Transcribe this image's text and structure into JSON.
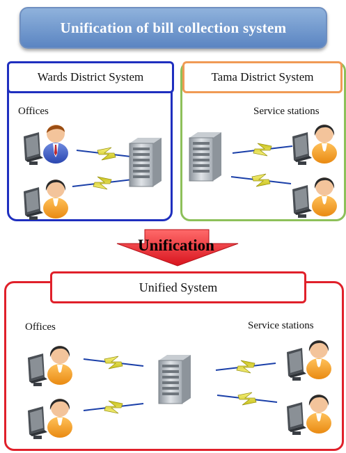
{
  "title": "Unification of bill collection system",
  "wards_panel": {
    "label": "Wards District System",
    "group_caption": "Offices"
  },
  "tama_panel": {
    "label": "Tama District System",
    "group_caption": "Service stations"
  },
  "transition": {
    "label": "Unification"
  },
  "unified_panel": {
    "label": "Unified System",
    "left_caption": "Offices",
    "right_caption": "Service stations"
  },
  "colors": {
    "title_bg": "#6f95cc",
    "wards_border": "#1f2fbf",
    "tama_border": "#8dc05a",
    "tama_label_border": "#f09a55",
    "unified_border": "#e0202a",
    "arrow": "#e0202a"
  }
}
